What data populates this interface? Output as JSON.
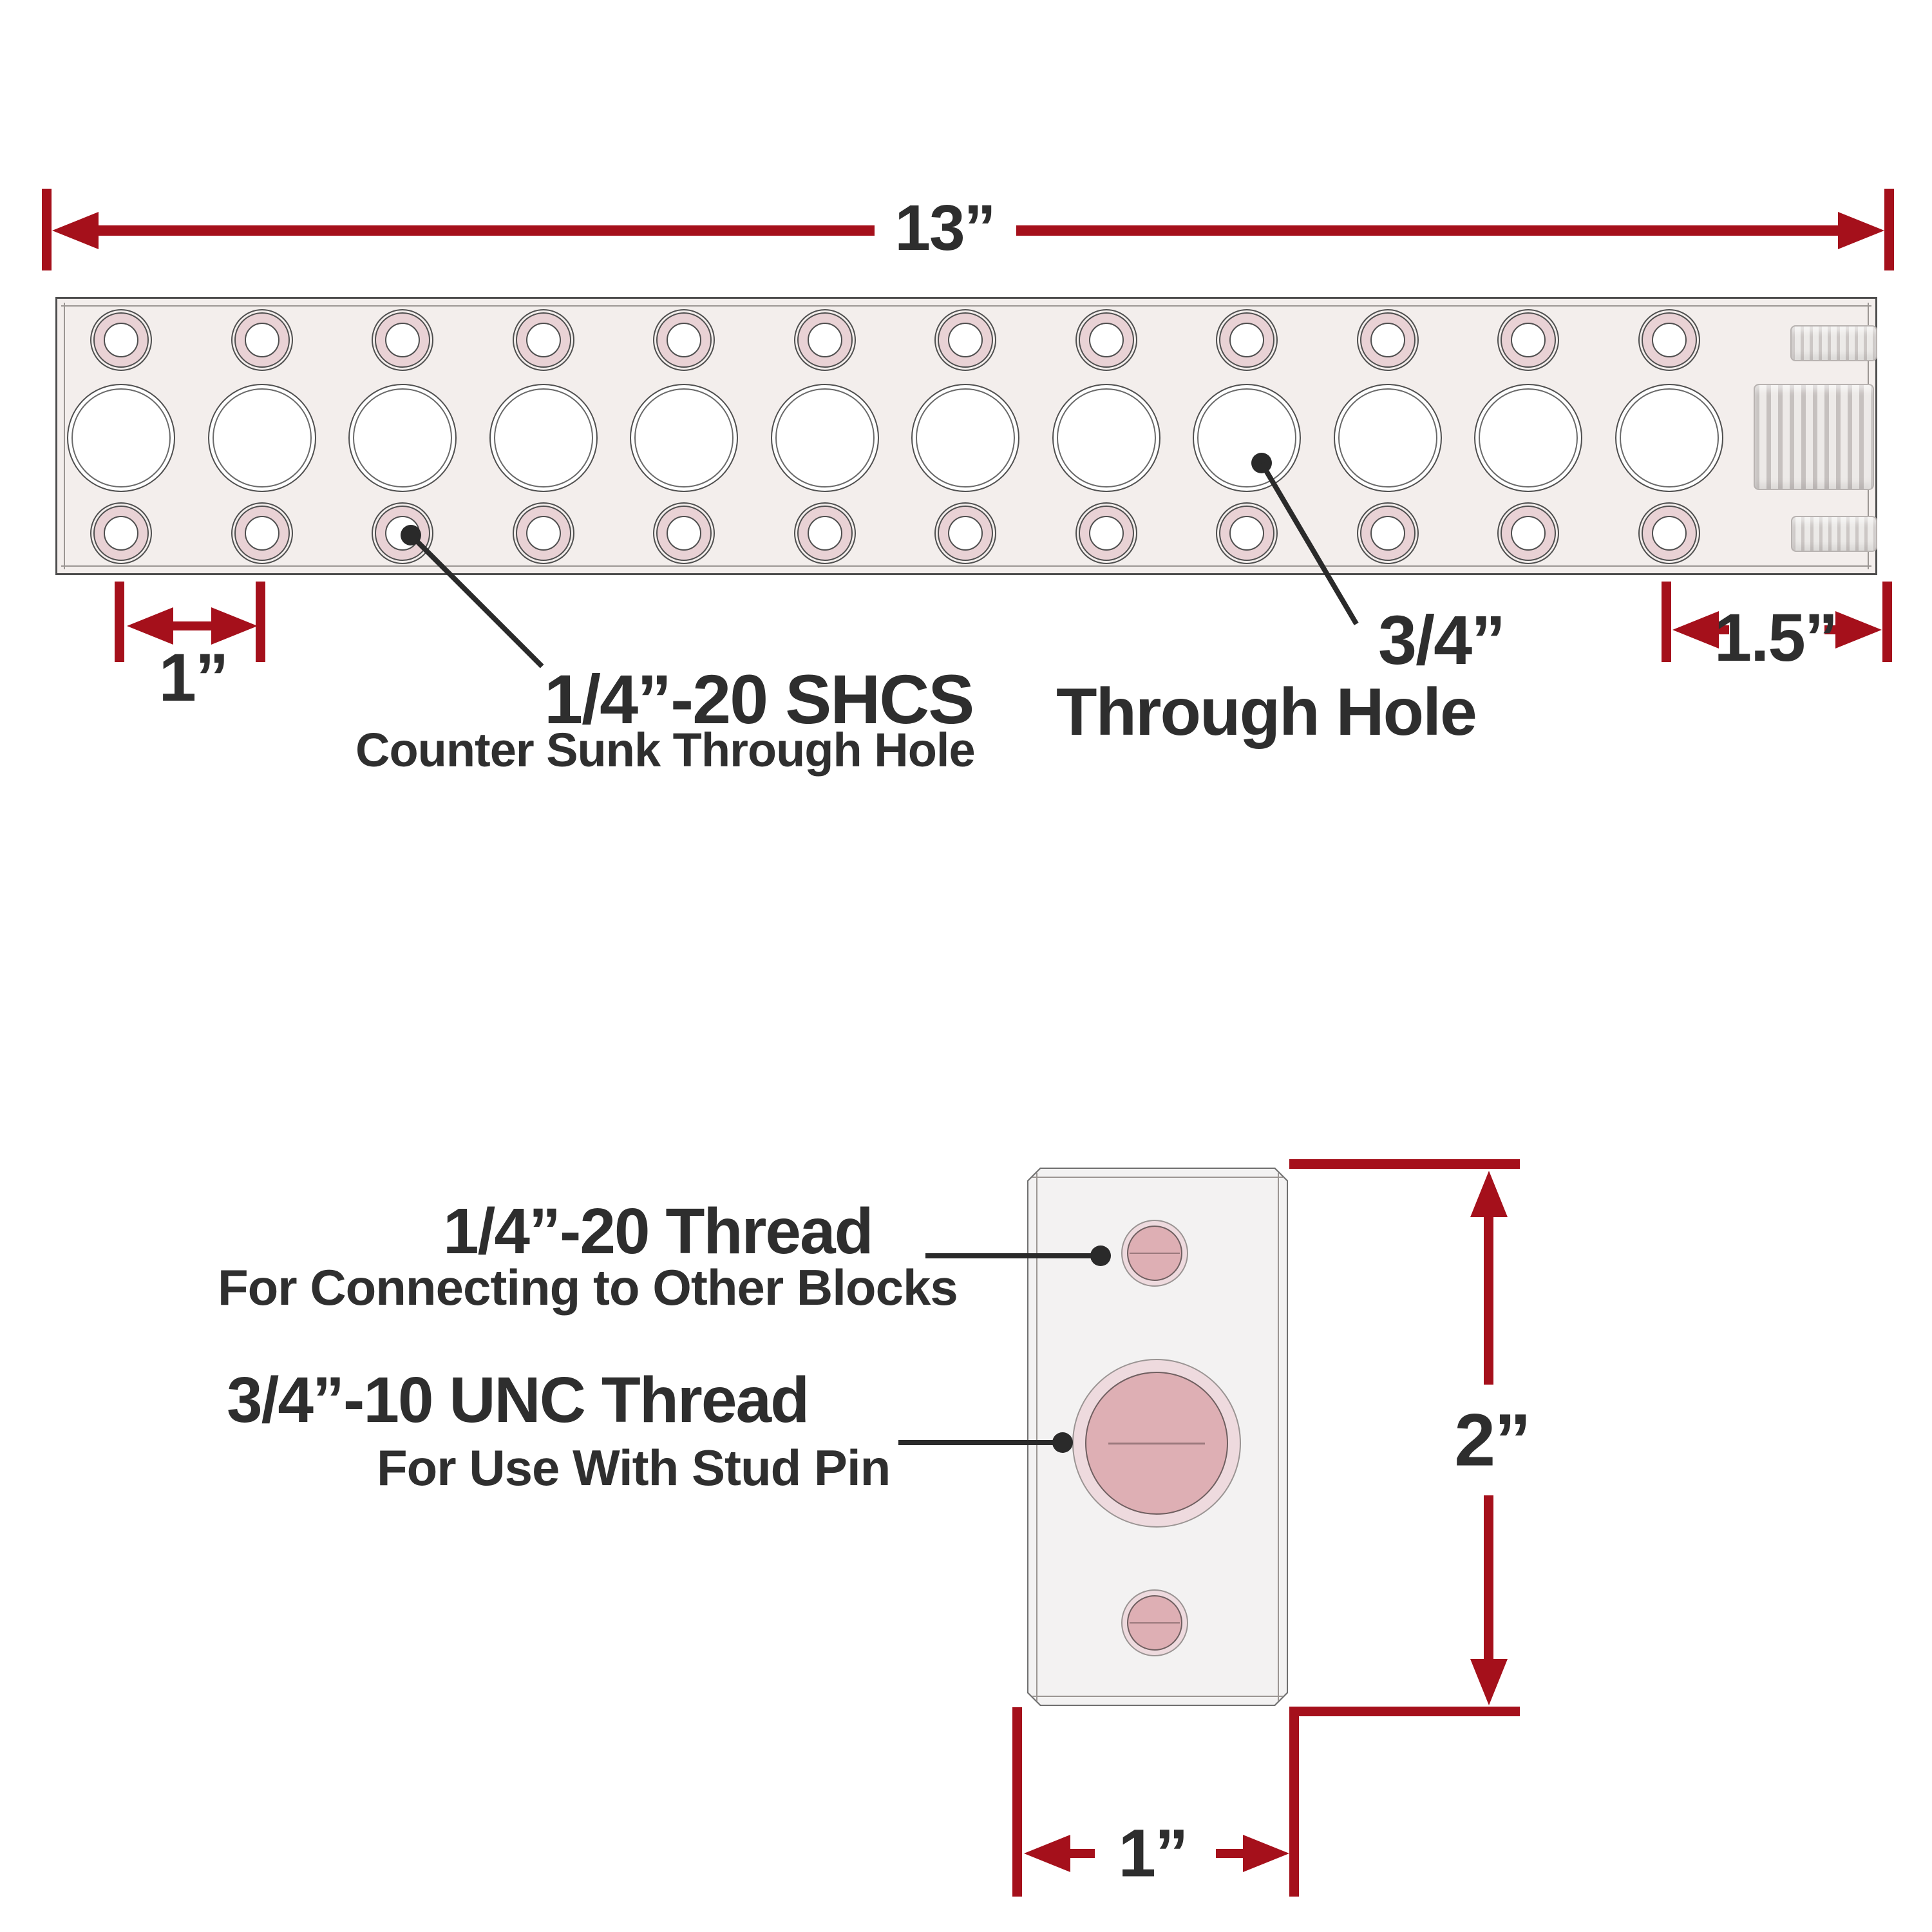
{
  "colors": {
    "dimension_red": "#a5101b",
    "text_dark": "#2e2e2e",
    "bar_fill": "#f3eeec",
    "countersink_pink": "#e9d2d5",
    "thread_disc_pink": "#deafb4",
    "thread_ring_pink": "#eedade",
    "thread_gray": "#ccc7c5"
  },
  "top_diagram": {
    "length_dim_label": "13”",
    "hole_spacing_dim_label": "1”",
    "end_section_dim_label": "1.5”",
    "shcs_label": "1/4”-20 SHCS",
    "shcs_sublabel": "Counter Sunk Through Hole",
    "through_hole_size_label": "3/4”",
    "through_hole_sublabel": "Through Hole",
    "hole_columns": 12
  },
  "bottom_diagram": {
    "small_thread_label": "1/4”-20 Thread",
    "small_thread_sublabel": "For Connecting to Other Blocks",
    "large_thread_label": "3/4”-10 UNC Thread",
    "large_thread_sublabel": "For Use With Stud Pin",
    "height_dim_label": "2”",
    "width_dim_label": "1”"
  }
}
